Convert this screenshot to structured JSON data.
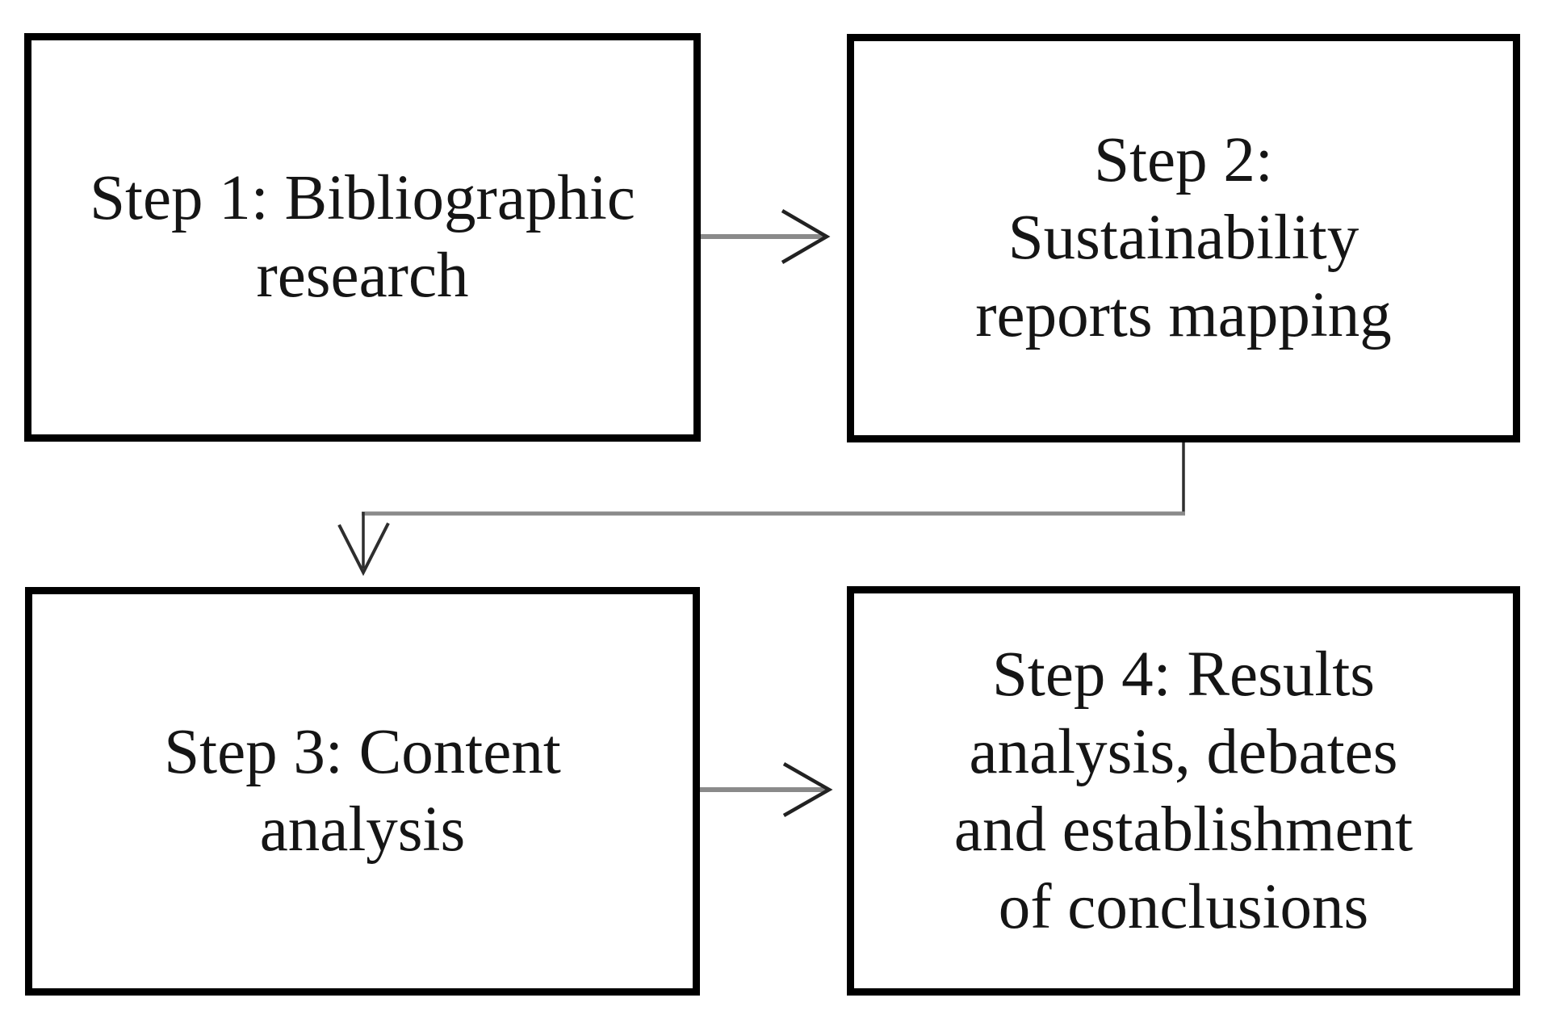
{
  "diagram": {
    "type": "flowchart",
    "boxes": [
      {
        "id": "step-1",
        "label": "Step 1: Bibliographic research",
        "lines": [
          "Step 1: Bibliographic",
          "research"
        ]
      },
      {
        "id": "step-2",
        "label": "Step 2: Sustainability reports mapping",
        "lines": [
          "Step 2:",
          "Sustainability",
          "reports mapping"
        ]
      },
      {
        "id": "step-3",
        "label": "Step 3: Content analysis",
        "lines": [
          "Step 3: Content",
          "analysis"
        ]
      },
      {
        "id": "step-4",
        "label": "Step 4: Results analysis, debates and establishment of conclusions",
        "lines": [
          "Step 4: Results",
          "analysis, debates",
          "and establishment",
          "of conclusions"
        ]
      }
    ],
    "connections": [
      {
        "from": "step-1",
        "to": "step-2",
        "style": "straight-right-arrow"
      },
      {
        "from": "step-2",
        "to": "step-3",
        "style": "down-left-down-arrow"
      },
      {
        "from": "step-3",
        "to": "step-4",
        "style": "straight-right-arrow"
      }
    ],
    "colors": {
      "background": "#ffffff",
      "box_border": "#000000",
      "text": "#151515",
      "arrow_line": "#8a8a8a",
      "arrow_head": "#222222"
    }
  }
}
